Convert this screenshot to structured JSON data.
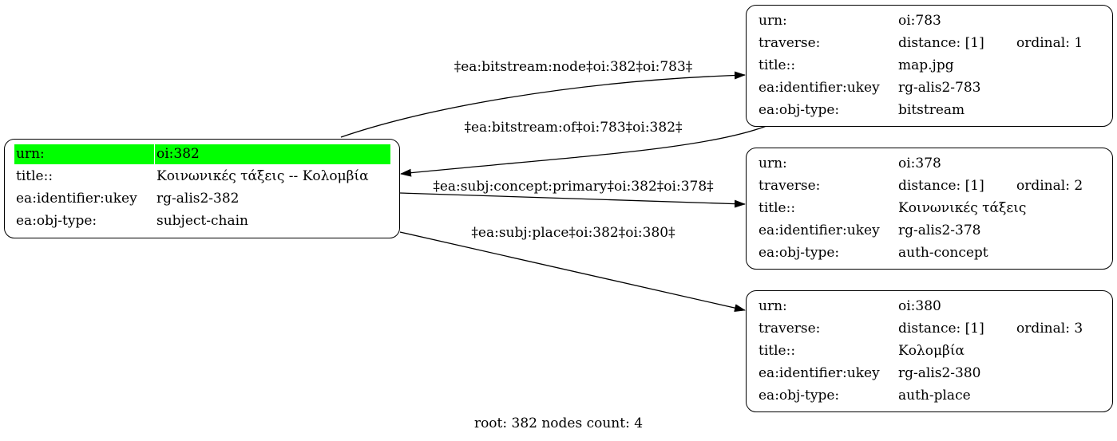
{
  "nodes": {
    "root": {
      "rows": [
        {
          "key": "urn:",
          "value": "oi:382"
        },
        {
          "key": "title::",
          "value": "Κοινωνικές τάξεις -- Κολομβία"
        },
        {
          "key": "ea:identifier:ukey",
          "value": "rg-alis2-382"
        },
        {
          "key": "ea:obj-type:",
          "value": "subject-chain"
        }
      ]
    },
    "n783": {
      "rows": [
        {
          "key": "urn:",
          "value": "oi:783"
        },
        {
          "key": "traverse:",
          "value": "distance: [1]",
          "extra": "ordinal: 1"
        },
        {
          "key": "title::",
          "value": "map.jpg"
        },
        {
          "key": "ea:identifier:ukey",
          "value": "rg-alis2-783"
        },
        {
          "key": "ea:obj-type:",
          "value": "bitstream"
        }
      ]
    },
    "n378": {
      "rows": [
        {
          "key": "urn:",
          "value": "oi:378"
        },
        {
          "key": "traverse:",
          "value": "distance: [1]",
          "extra": "ordinal: 2"
        },
        {
          "key": "title::",
          "value": "Κοινωνικές τάξεις"
        },
        {
          "key": "ea:identifier:ukey",
          "value": "rg-alis2-378"
        },
        {
          "key": "ea:obj-type:",
          "value": "auth-concept"
        }
      ]
    },
    "n380": {
      "rows": [
        {
          "key": "urn:",
          "value": "oi:380"
        },
        {
          "key": "traverse:",
          "value": "distance: [1]",
          "extra": "ordinal: 3"
        },
        {
          "key": "title::",
          "value": "Κολομβία"
        },
        {
          "key": "ea:identifier:ukey",
          "value": "rg-alis2-380"
        },
        {
          "key": "ea:obj-type:",
          "value": "auth-place"
        }
      ]
    }
  },
  "edges": [
    {
      "from": "root",
      "to": "n783",
      "label": "‡ea:bitstream:node‡oi:382‡oi:783‡"
    },
    {
      "from": "n783",
      "to": "root",
      "label": "‡ea:bitstream:of‡oi:783‡oi:382‡"
    },
    {
      "from": "root",
      "to": "n378",
      "label": "‡ea:subj:concept:primary‡oi:382‡oi:378‡"
    },
    {
      "from": "root",
      "to": "n380",
      "label": "‡ea:subj:place‡oi:382‡oi:380‡"
    }
  ],
  "highlight_color": "#00ff00",
  "footer": "root: 382 nodes count: 4"
}
